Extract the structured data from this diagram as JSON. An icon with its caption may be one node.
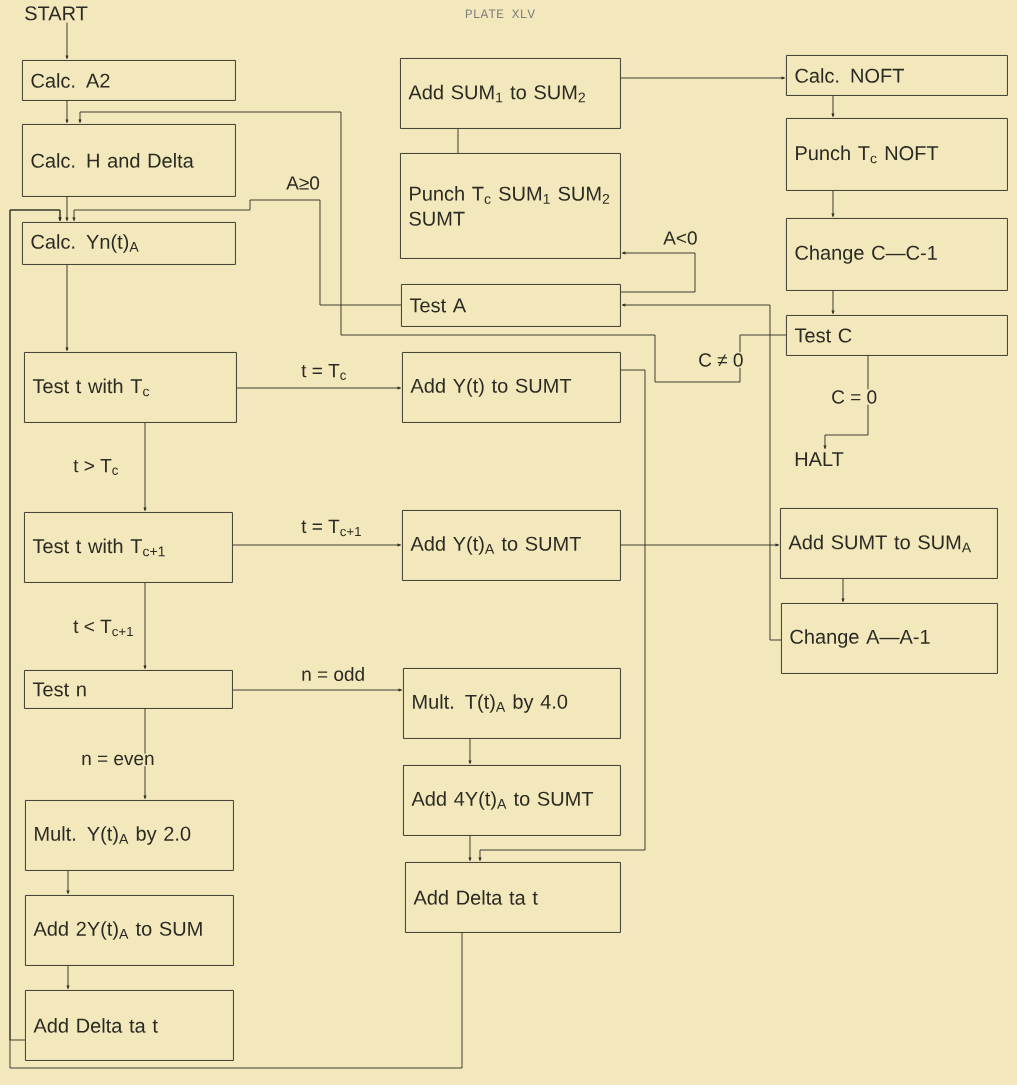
{
  "diagram": {
    "title": "PLATE XLV",
    "nodes": [
      {
        "text": [
          "START"
        ]
      },
      {
        "text": [
          "Calc. A2"
        ]
      },
      {
        "text": [
          "Calc. H and Delta"
        ]
      },
      {
        "text": [
          "Calc. Yn(t)$_{A}$"
        ]
      },
      {
        "text": [
          "Test t with T$_{c}$"
        ]
      },
      {
        "text": [
          "Test t with T$_{c+1}$"
        ]
      },
      {
        "text": [
          "Test n"
        ]
      },
      {
        "text": [
          "Mult. Y(t)$_{A}$ by 2.0"
        ]
      },
      {
        "text": [
          "Add 2Y(t)$_{A}$ to SUM"
        ]
      },
      {
        "text": [
          "Add Delta ta t"
        ]
      },
      {
        "text": [
          "Add SUM$_{1}$ to SUM$_{2}$"
        ]
      },
      {
        "text": [
          "Punch T$_{c}$ SUM$_{1}$ SUM$_{2}$ SUMT"
        ]
      },
      {
        "text": [
          "Test A"
        ]
      },
      {
        "text": [
          "Add Y(t) to SUMT"
        ]
      },
      {
        "text": [
          "Add Y(t)$_{A}$ to SUMT"
        ]
      },
      {
        "text": [
          "Mult. T(t)$_{A}$ by 4.0"
        ]
      },
      {
        "text": [
          "Add 4Y(t)$_{A}$ to SUMT"
        ]
      },
      {
        "text": [
          "Add Delta ta t"
        ]
      },
      {
        "text": [
          "Calc. NOFT"
        ]
      },
      {
        "text": [
          "Punch T$_{c}$ NOFT"
        ]
      },
      {
        "text": [
          "Change C—C-1"
        ]
      },
      {
        "text": [
          "Test C"
        ]
      },
      {
        "text": [
          "HALT"
        ]
      },
      {
        "text": [
          "Add SUMT to SUM$_{A}$"
        ]
      },
      {
        "text": [
          "Change A—A-1"
        ]
      }
    ],
    "edges": [
      {
        "from": 0,
        "to": 1,
        "arrow": "to"
      },
      {
        "from": 1,
        "to": 2,
        "arrow": "to"
      },
      {
        "from": 2,
        "to": 3,
        "arrow": "to"
      },
      {
        "from": 3,
        "to": 4,
        "arrow": "to"
      },
      {
        "from": 4,
        "to": 13,
        "arrow": "to",
        "label": "t = T$_{c}$"
      },
      {
        "from": 4,
        "to": 5,
        "arrow": "to",
        "label": "t > T$_{c}$"
      },
      {
        "from": 5,
        "to": 14,
        "arrow": "to",
        "label": "t = T$_{c+1}$"
      },
      {
        "from": 5,
        "to": 6,
        "arrow": "to",
        "label": "t < T$_{c+1}$"
      },
      {
        "from": 6,
        "to": 15,
        "arrow": "to",
        "label": "n = odd"
      },
      {
        "from": 6,
        "to": 7,
        "arrow": "to",
        "label": "n = even"
      },
      {
        "from": 7,
        "to": 8,
        "arrow": "to"
      },
      {
        "from": 8,
        "to": 9,
        "arrow": "to"
      },
      {
        "from": 9,
        "to": 3,
        "arrow": "to"
      },
      {
        "from": 15,
        "to": 16,
        "arrow": "to"
      },
      {
        "from": 16,
        "to": 17,
        "arrow": "to"
      },
      {
        "from": 13,
        "to": 17,
        "arrow": "to"
      },
      {
        "from": 17,
        "to": 3,
        "arrow": "to"
      },
      {
        "from": 12,
        "to": 3,
        "arrow": "to",
        "label": "A≥0"
      },
      {
        "from": 12,
        "to": 11,
        "arrow": "to",
        "label": "A<0"
      },
      {
        "from": 11,
        "to": 10,
        "arrow": "none"
      },
      {
        "from": 10,
        "to": 18,
        "arrow": "to"
      },
      {
        "from": 18,
        "to": 19,
        "arrow": "to"
      },
      {
        "from": 19,
        "to": 20,
        "arrow": "to"
      },
      {
        "from": 20,
        "to": 21,
        "arrow": "to"
      },
      {
        "from": 21,
        "to": 22,
        "arrow": "to",
        "label": "C = 0"
      },
      {
        "from": 21,
        "to": 2,
        "arrow": "to",
        "label": "C ≠ 0"
      },
      {
        "from": 14,
        "to": 23,
        "arrow": "to"
      },
      {
        "from": 23,
        "to": 24,
        "arrow": "to"
      },
      {
        "from": 24,
        "to": 12,
        "arrow": "to"
      }
    ]
  }
}
